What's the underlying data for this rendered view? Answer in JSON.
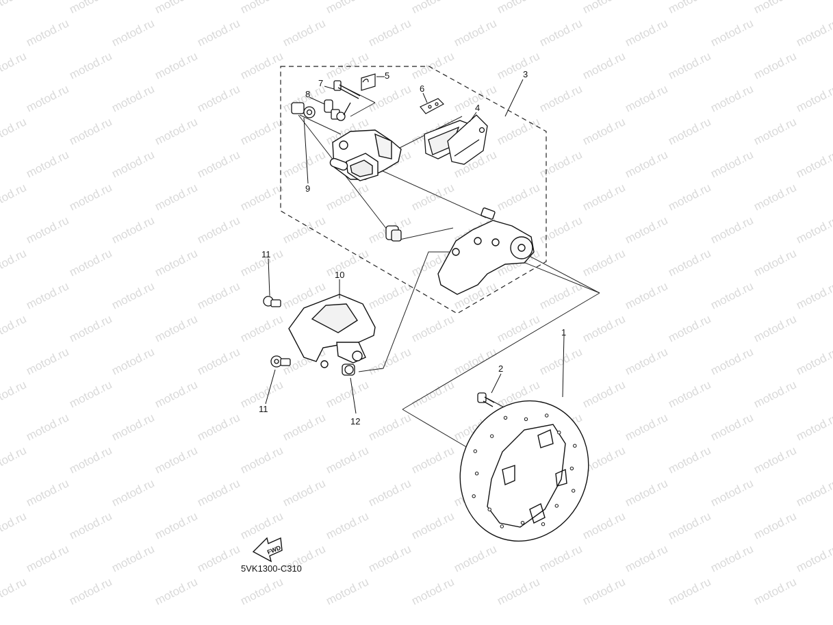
{
  "watermark": {
    "text": "motod.ru"
  },
  "diagram_code": "5VK1300-C310",
  "fwd_label": "FWD",
  "callouts": [
    {
      "id": "c1",
      "label": "1"
    },
    {
      "id": "c2",
      "label": "2"
    },
    {
      "id": "c3",
      "label": "3"
    },
    {
      "id": "c4",
      "label": "4"
    },
    {
      "id": "c5",
      "label": "5"
    },
    {
      "id": "c6",
      "label": "6"
    },
    {
      "id": "c7",
      "label": "7"
    },
    {
      "id": "c8",
      "label": "8"
    },
    {
      "id": "c9",
      "label": "9"
    },
    {
      "id": "c10",
      "label": "10"
    },
    {
      "id": "c11a",
      "label": "11"
    },
    {
      "id": "c11b",
      "label": "11"
    },
    {
      "id": "c12",
      "label": "12"
    }
  ]
}
